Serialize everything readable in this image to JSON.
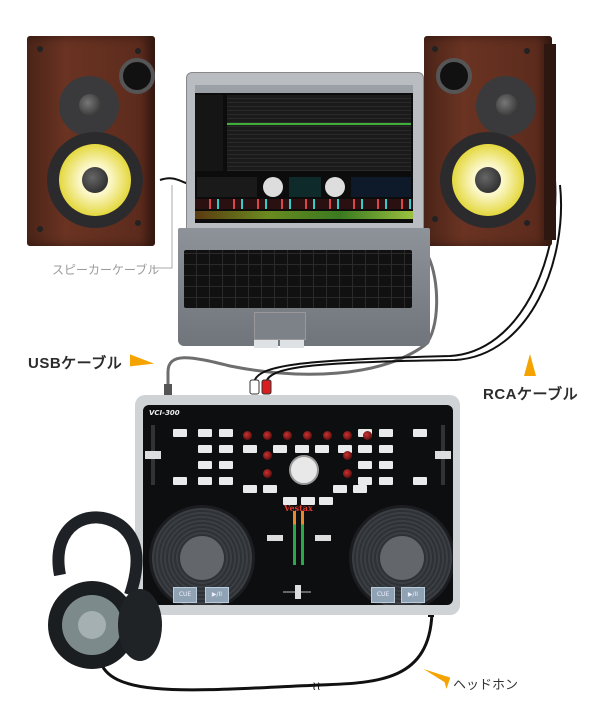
{
  "diagram": {
    "type": "connection-diagram",
    "components": [
      {
        "id": "speaker-left",
        "label": "Speaker (left)"
      },
      {
        "id": "speaker-right",
        "label": "Speaker (right)"
      },
      {
        "id": "laptop",
        "label": "Laptop running DJ software"
      },
      {
        "id": "controller",
        "label": "VCI-300 DJ Controller"
      },
      {
        "id": "headphones",
        "label": "Headphones"
      }
    ],
    "connections": [
      {
        "from": "speaker-left",
        "to": "laptop",
        "label": "スピーカーケーブル"
      },
      {
        "from": "laptop",
        "to": "controller",
        "label": "USBケーブル"
      },
      {
        "from": "controller",
        "to": "speaker-right",
        "label": "RCAケーブル"
      },
      {
        "from": "controller",
        "to": "headphones",
        "label": "ヘッドホン"
      }
    ]
  },
  "labels": {
    "speaker_cable": "スピーカーケーブル",
    "usb_cable": "USBケーブル",
    "rca_cable": "RCAケーブル",
    "headphones": "ヘッドホン"
  },
  "controller": {
    "model": "VCI-300",
    "brand": "Vestax",
    "cue_left": "CUE",
    "play_left": "▶/II",
    "cue_right": "CUE",
    "play_right": "▶/II"
  },
  "colors": {
    "arrow_accent": "#f5a300",
    "rca_red": "#d81e1e",
    "rca_white": "#ffffff",
    "speaker_wood": "#5a2a1c",
    "woofer_cone": "#e4d840",
    "label_text": "#2c2c2c",
    "label_muted": "#9a9a9a"
  }
}
